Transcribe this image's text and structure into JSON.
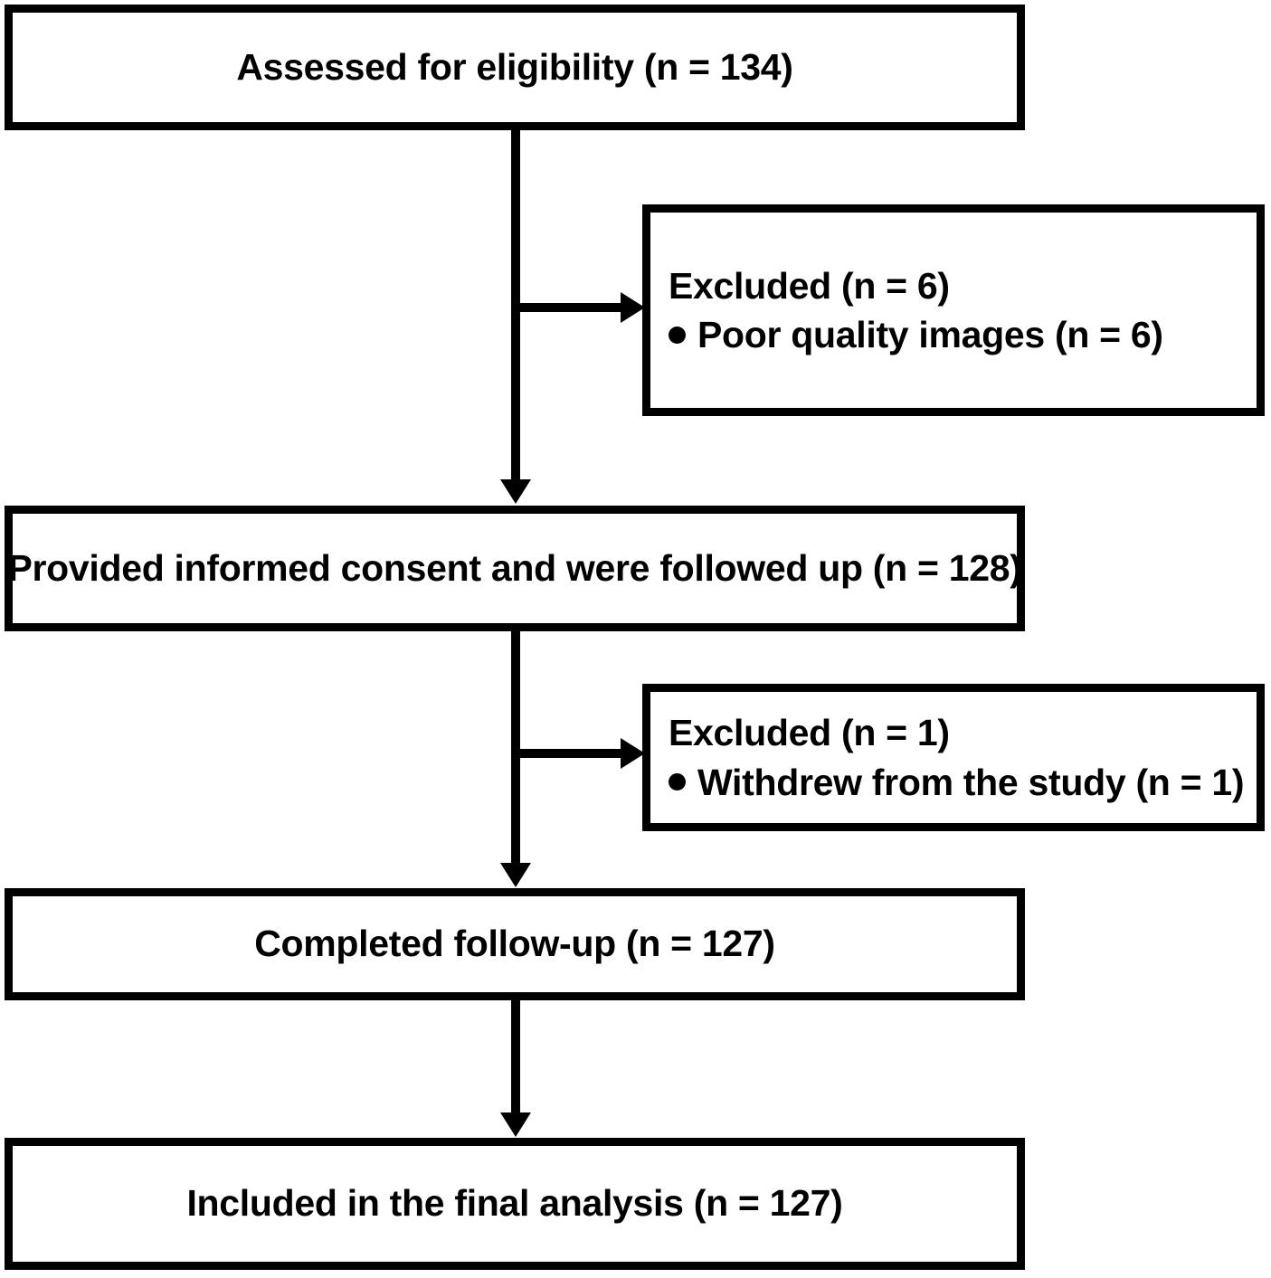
{
  "diagram": {
    "type": "prisma-participant-flow-diagram",
    "nodes": {
      "assessed": {
        "label": "Assessed for eligibility (n = 134)",
        "n": 134
      },
      "excluded_1": {
        "heading": "Excluded (n = 6)",
        "n": 6,
        "reasons": [
          {
            "bullet": "●",
            "label": "Poor quality images (n = 6)",
            "n": 6
          }
        ]
      },
      "consented": {
        "label": "Provided informed consent and were followed up (n = 128)",
        "n": 128
      },
      "excluded_2": {
        "heading": "Excluded (n = 1)",
        "n": 1,
        "reasons": [
          {
            "bullet": "●",
            "label": "Withdrew from the study (n = 1)",
            "n": 1
          }
        ]
      },
      "completed": {
        "label": "Completed follow-up (n = 127)",
        "n": 127
      },
      "included": {
        "label": "Included in the final analysis (n = 127)",
        "n": 127
      }
    },
    "colors": {
      "stroke": "#000000",
      "fill": "#ffffff",
      "text": "#000000"
    }
  }
}
